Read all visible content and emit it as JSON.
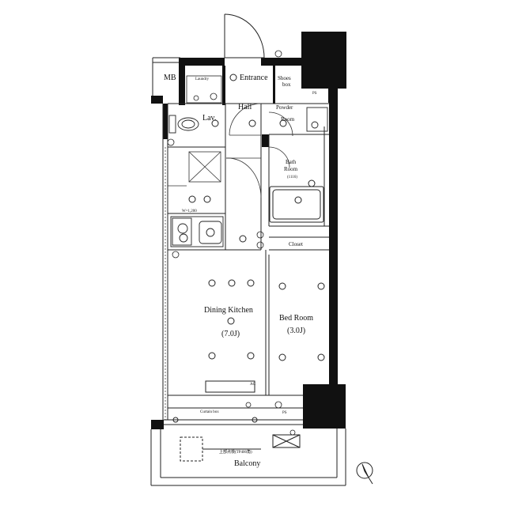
{
  "rooms": {
    "mb": "MB",
    "laundry": "Laundry",
    "entrance": "Entrance",
    "shoes_box_line1": "Shoes",
    "shoes_box_line2": "box",
    "hall": "Hall",
    "powder_room_line1": "Powder",
    "powder_room_line2": "Room",
    "lav": "Lav.",
    "bath_room_line1": "Bath",
    "bath_room_line2": "Room",
    "bath_room_size": "(1116)",
    "closet": "Closet",
    "dining_kitchen": "Dining Kitchen",
    "dining_kitchen_size": "(7.0J)",
    "bed_room": "Bed Room",
    "bed_room_size": "(3.0J)",
    "curtain_box": "Curtain box",
    "balcony": "Balcony"
  },
  "marks": {
    "ps_top": "PS",
    "ps_bottom": "PS",
    "kitchen_width": "W=1,200",
    "ac": "AC",
    "plan_note": "上部点検(TP400角)"
  }
}
